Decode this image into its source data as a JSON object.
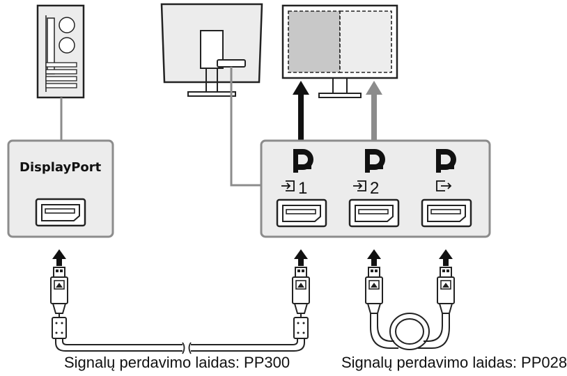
{
  "pc_port_label": "DisplayPort",
  "monitor_ports": [
    {
      "id": "in1",
      "number": "1"
    },
    {
      "id": "in2",
      "number": "2"
    },
    {
      "id": "out",
      "number": ""
    }
  ],
  "cables": {
    "left_caption": "Signalų perdavimo laidas: PP300",
    "right_caption": "Signalų perdavimo laidas: PP028"
  },
  "colors": {
    "line": "#222222",
    "gray_line": "#8c8c8c",
    "panel_fill": "#ececec",
    "screen_left": "#c8c8c8",
    "screen_right": "#ededed"
  }
}
